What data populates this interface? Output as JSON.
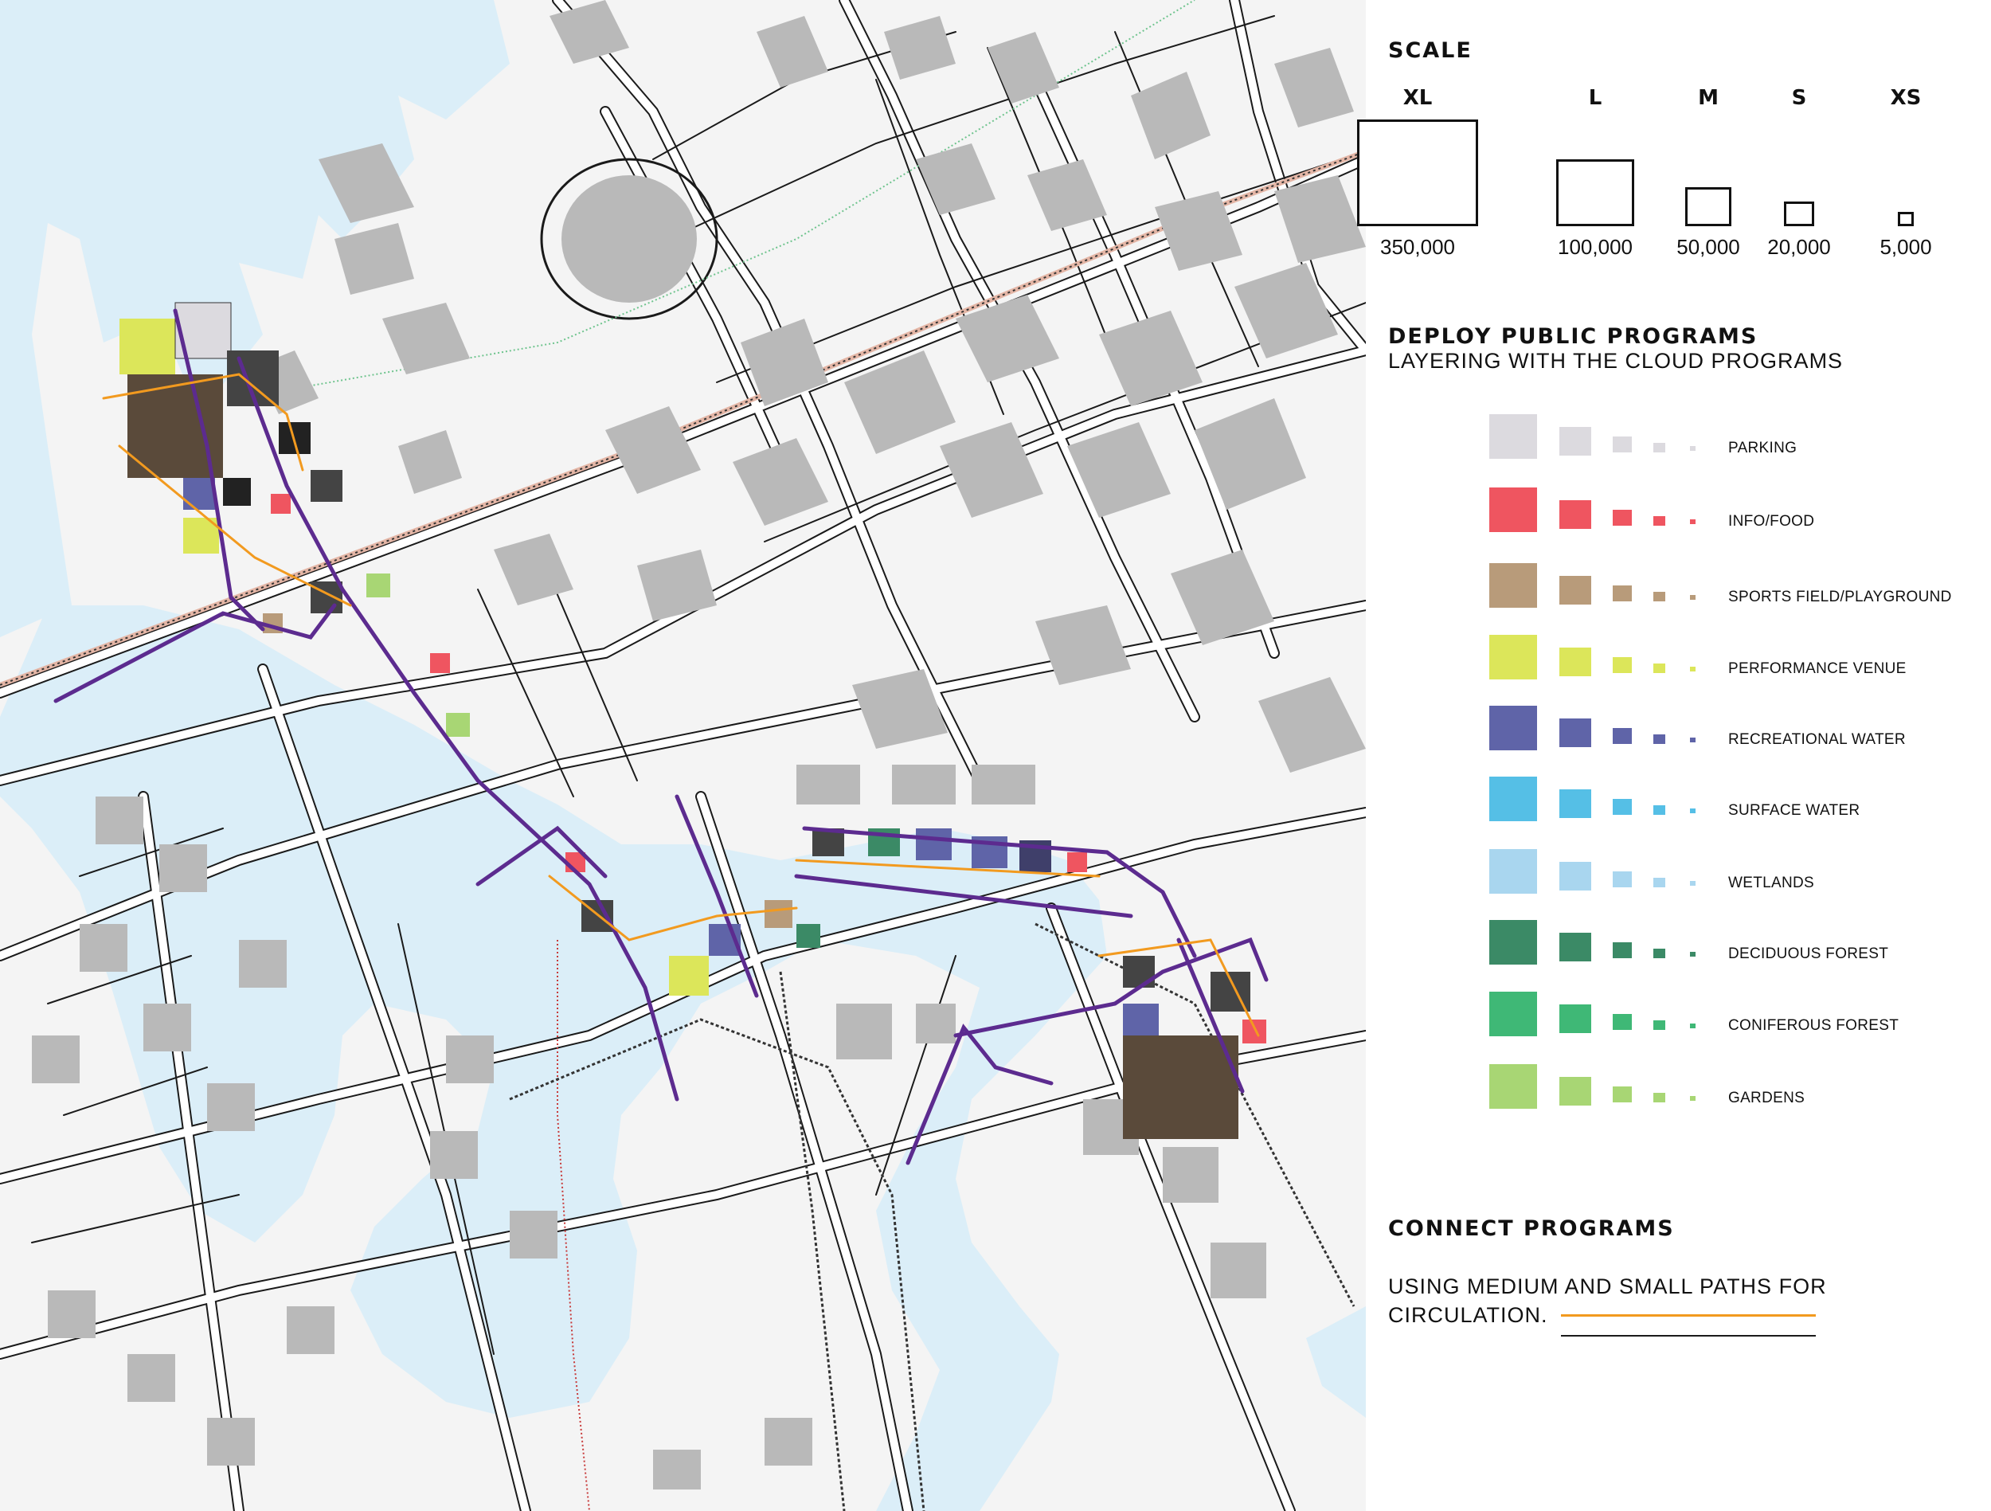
{
  "colors": {
    "water": "#dbeef8",
    "land": "#f4f4f4",
    "road_casing": "#1a1a1a",
    "road_fill": "#ffffff",
    "building": "#b9b9b9",
    "primary_path": "#5c2b8f",
    "medium_path": "#f29a1f",
    "small_path": "#1a1a1a",
    "rail": "#333333"
  },
  "scale": {
    "heading": "SCALE",
    "sizes": [
      {
        "code": "XL",
        "value": "350,000"
      },
      {
        "code": "L",
        "value": "100,000"
      },
      {
        "code": "M",
        "value": "50,000"
      },
      {
        "code": "S",
        "value": "20,000"
      },
      {
        "code": "XS",
        "value": "5,000"
      }
    ]
  },
  "deploy": {
    "heading": "DEPLOY PUBLIC PROGRAMS",
    "subheading": "LAYERING WITH THE CLOUD PROGRAMS",
    "programs": [
      {
        "label": "PARKING",
        "color": "#dcdadf"
      },
      {
        "label": "INFO/FOOD",
        "color": "#ef5560"
      },
      {
        "label": "SPORTS FIELD/PLAYGROUND",
        "color": "#b89b7a"
      },
      {
        "label": "PERFORMANCE VENUE",
        "color": "#dce65a"
      },
      {
        "label": "RECREATIONAL WATER",
        "color": "#5f64a8"
      },
      {
        "label": "SURFACE WATER",
        "color": "#55bfe6"
      },
      {
        "label": "WETLANDS",
        "color": "#a9d6ef"
      },
      {
        "label": "DECIDUOUS FOREST",
        "color": "#3b8a66"
      },
      {
        "label": "CONIFEROUS FOREST",
        "color": "#3fb876"
      },
      {
        "label": "GARDENS",
        "color": "#a8d674"
      }
    ]
  },
  "connect": {
    "heading": "CONNECT PROGRAMS",
    "line1": "USING MEDIUM AND SMALL PATHS FOR",
    "line2": "CIRCULATION."
  }
}
